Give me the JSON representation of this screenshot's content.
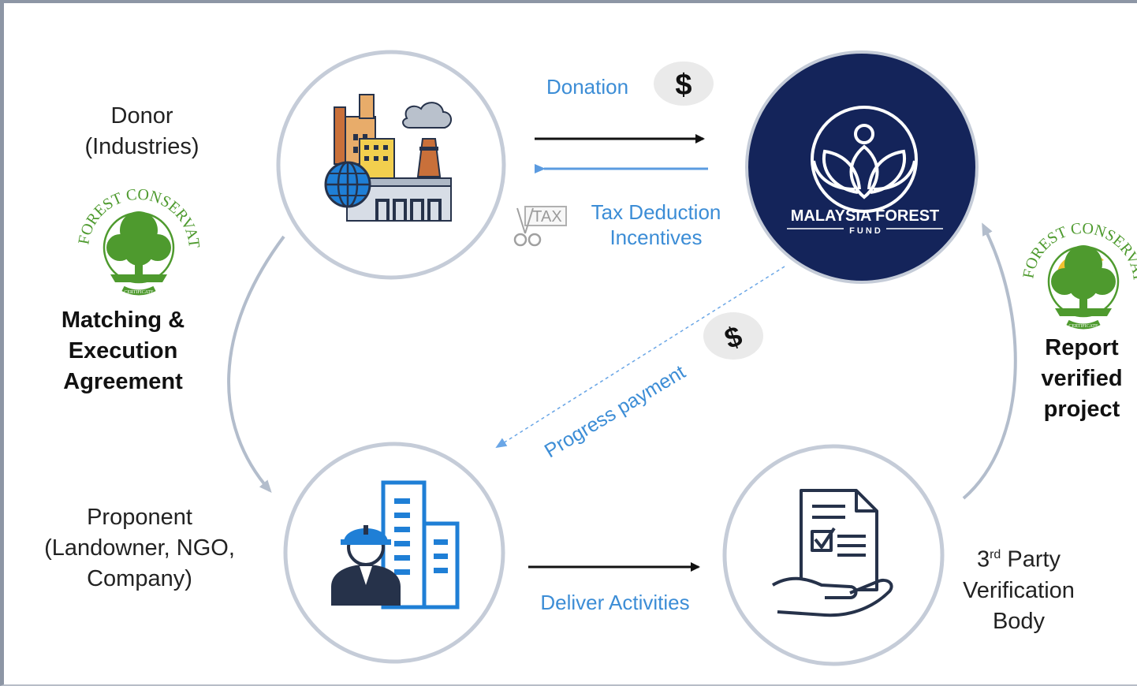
{
  "labels": {
    "donor_line1": "Donor",
    "donor_line2": "(Industries)",
    "matching_line1": "Matching &",
    "matching_line2": "Execution",
    "matching_line3": "Agreement",
    "proponent_line1": "Proponent",
    "proponent_line2": "(Landowner, NGO,",
    "proponent_line3": "Company)",
    "verif_line1_num": "3",
    "verif_line1_sup": "rd",
    "verif_line1_rest": " Party",
    "verif_line2": "Verification",
    "verif_line3": "Body",
    "report_line1": "Report",
    "report_line2": "verified",
    "report_line3": "project"
  },
  "flows": {
    "donation": "Donation",
    "tax_line1": "Tax Deduction",
    "tax_line2": "Incentives",
    "progress_payment": "Progress payment",
    "deliver_activities": "Deliver Activities",
    "dollar_symbol": "$",
    "tax_tag": "TAX"
  },
  "mff_logo": {
    "line1": "MALAYSIA FOREST",
    "line2": "F U N D"
  },
  "seal": {
    "arc_text": "FOREST CONSERVATION",
    "bottom_text": "CERTIFICATE"
  },
  "colors": {
    "circle_border": "#c5ccd8",
    "mff_navy": "#14245a",
    "flow_blue": "#3c8dd6",
    "seal_green": "#4e9a2e",
    "icon_blue": "#1f7fd6",
    "icon_dark": "#26324a"
  }
}
